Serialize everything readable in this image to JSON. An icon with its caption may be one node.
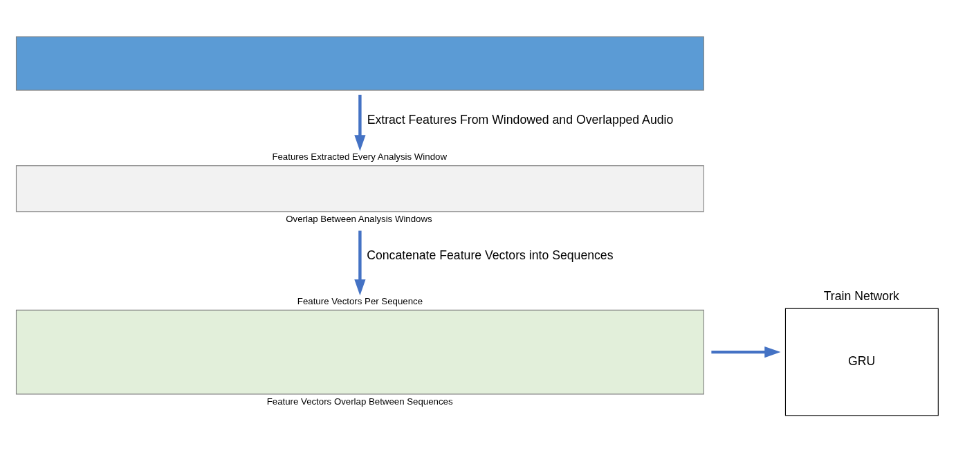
{
  "diagram": {
    "nodes": [
      {
        "text": [],
        "shape": "box"
      },
      {
        "text": [],
        "shape": "box",
        "beside": [
          "Features Extracted Every Analysis Window",
          "Overlap Between Analysis Windows"
        ]
      },
      {
        "text": [],
        "shape": "box",
        "beside": [
          "Feature Vectors Per Sequence",
          "Feature Vectors Overlap Between Sequences"
        ]
      },
      {
        "text": [
          "Train Network",
          "GRU"
        ]
      }
    ],
    "edges": [
      {
        "from": 0,
        "to": 1,
        "arrow": "to",
        "label": "Extract Features From Windowed and Overlapped Audio"
      },
      {
        "from": 1,
        "to": 2,
        "arrow": "to",
        "label": "Concatenate Feature Vectors into Sequences"
      },
      {
        "from": 2,
        "to": 3,
        "arrow": "to"
      }
    ]
  }
}
